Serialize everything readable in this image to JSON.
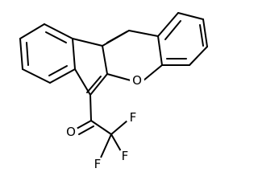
{
  "structure": {
    "atoms": {
      "ring_oxygen": "O",
      "carbonyl_oxygen": "O",
      "fluorine_1": "F",
      "fluorine_2": "F",
      "fluorine_3": "F"
    }
  }
}
